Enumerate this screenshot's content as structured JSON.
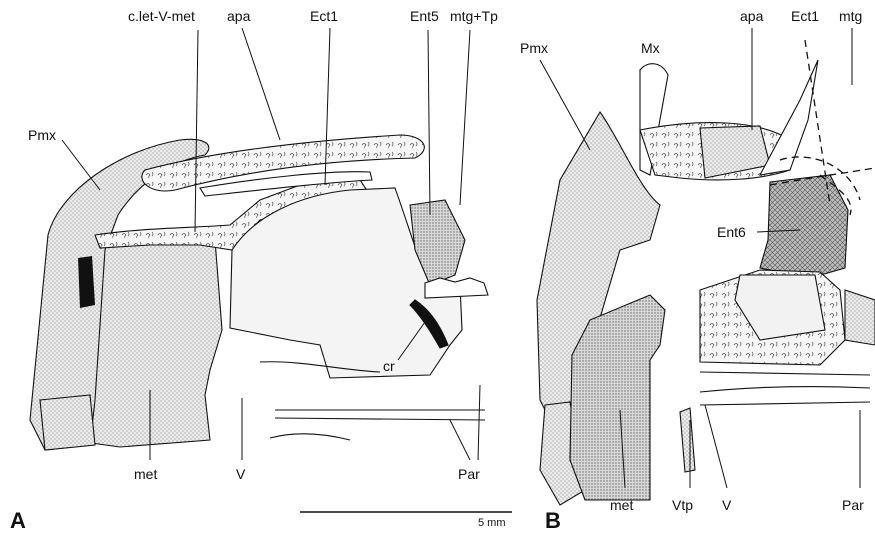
{
  "panels": [
    {
      "id": "A",
      "letter": "A",
      "labels": {
        "c_let_v_met": "c.let-V-met",
        "apa": "apa",
        "ect1": "Ect1",
        "ent5": "Ent5",
        "mtg_tp": "mtg+Tp",
        "pmx": "Pmx",
        "cr": "cr",
        "met": "met",
        "v": "V",
        "par": "Par"
      }
    },
    {
      "id": "B",
      "letter": "B",
      "labels": {
        "pmx": "Pmx",
        "mx": "Mx",
        "apa": "apa",
        "ect1": "Ect1",
        "mtg": "mtg",
        "ent6": "Ent6",
        "met": "met",
        "vtp": "Vtp",
        "v": "V",
        "par": "Par"
      }
    }
  ],
  "scale_bar": {
    "label": "5 mm"
  },
  "colors": {
    "line": "#111111",
    "stipple_light": "#dcdcdc",
    "stipple_mid": "#c4c4c4",
    "stipple_dark": "#a9a9a9",
    "black_fill": "#111111",
    "background": "#ffffff"
  }
}
